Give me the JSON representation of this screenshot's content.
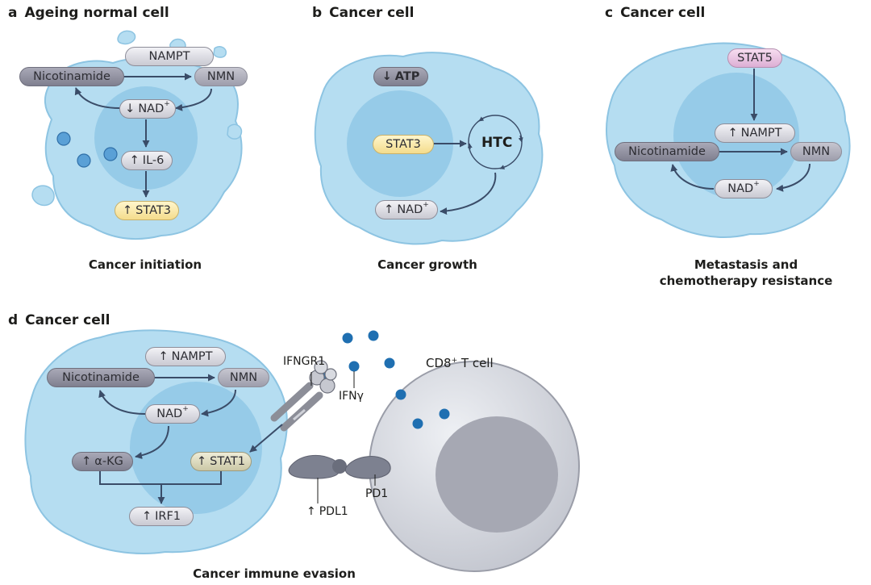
{
  "panels": {
    "a": {
      "letter": "a",
      "title": "Ageing normal cell",
      "caption": "Cancer initiation",
      "nodes": {
        "nampt": "NAMPT",
        "nicotinamide": "Nicotinamide",
        "nmn": "NMN",
        "nad": "NAD",
        "il6": "IL-6",
        "stat3": "STAT3"
      }
    },
    "b": {
      "letter": "b",
      "title": "Cancer cell",
      "caption": "Cancer growth",
      "nodes": {
        "atp": "ATP",
        "stat3": "STAT3",
        "htc": "HTC",
        "nad": "NAD"
      }
    },
    "c": {
      "letter": "c",
      "title": "Cancer cell",
      "caption_line1": "Metastasis and",
      "caption_line2": "chemotherapy resistance",
      "nodes": {
        "stat5": "STAT5",
        "nampt": "NAMPT",
        "nicotinamide": "Nicotinamide",
        "nmn": "NMN",
        "nad": "NAD"
      }
    },
    "d": {
      "letter": "d",
      "title": "Cancer cell",
      "caption": "Cancer immune evasion",
      "nodes": {
        "nampt": "NAMPT",
        "nicotinamide": "Nicotinamide",
        "nmn": "NMN",
        "nad": "NAD",
        "akg": "α-KG",
        "stat1": "STAT1",
        "irf1": "IRF1"
      },
      "labels": {
        "ifngr1": "IFNGR1",
        "ifng": "IFNγ",
        "cd8_prefix": "CD8",
        "cd8_sup": "+",
        "cd8_suffix": " T cell",
        "pd1": "PD1",
        "pdl1": "PDL1"
      }
    }
  },
  "symbols": {
    "up": "↑",
    "down": "↓",
    "plus": "+"
  },
  "colors": {
    "cell_body": "#b5ddf1",
    "cell_outline": "#8dc4e2",
    "nucleus": "#96cbe8",
    "arrow": "#3a4c68",
    "tcell": "#d2d4db",
    "tcell_nucleus": "#a6a8b3",
    "ifng_dot": "#1f6fb1",
    "receptor": "#8c8e98"
  }
}
